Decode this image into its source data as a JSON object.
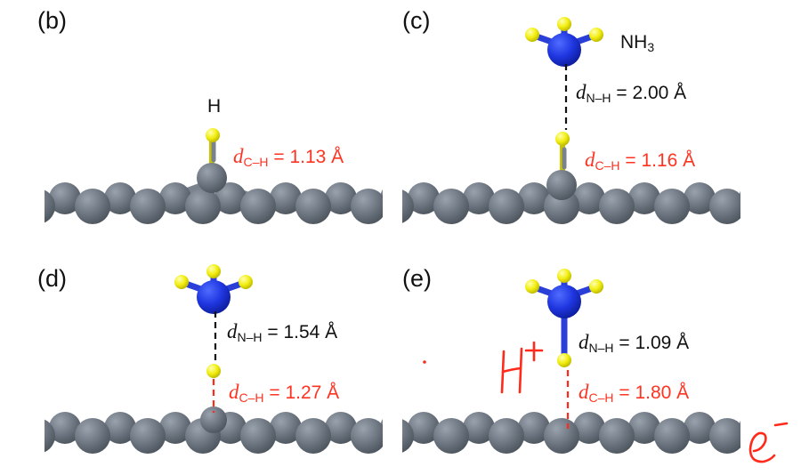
{
  "colors": {
    "carbon": "#6e7782",
    "carbon_edge": "#4e5761",
    "nitrogen": "#1f36e0",
    "hydrogen": "#f2ee10",
    "annotation_red": "#ff2a1a",
    "text": "#111111"
  },
  "panels": [
    {
      "id": "b",
      "label": "(b)",
      "atom_label": "H",
      "d_ch": {
        "symbol": "d",
        "sub": "C–H",
        "value": "= 1.13 Å"
      }
    },
    {
      "id": "c",
      "label": "(c)",
      "molecule": {
        "name": "NH",
        "sub": "3"
      },
      "d_nh": {
        "symbol": "d",
        "sub": "N–H",
        "value": "= 2.00 Å"
      },
      "d_ch": {
        "symbol": "d",
        "sub": "C–H",
        "value": "= 1.16 Å"
      }
    },
    {
      "id": "d",
      "label": "(d)",
      "d_nh": {
        "symbol": "d",
        "sub": "N–H",
        "value": "= 1.54 Å"
      },
      "d_ch": {
        "symbol": "d",
        "sub": "C–H",
        "value": "= 1.27 Å"
      }
    },
    {
      "id": "e",
      "label": "(e)",
      "d_nh": {
        "symbol": "d",
        "sub": "N–H",
        "value": "= 1.09 Å"
      },
      "d_ch": {
        "symbol": "d",
        "sub": "C–H",
        "value": "= 1.80 Å"
      }
    }
  ]
}
